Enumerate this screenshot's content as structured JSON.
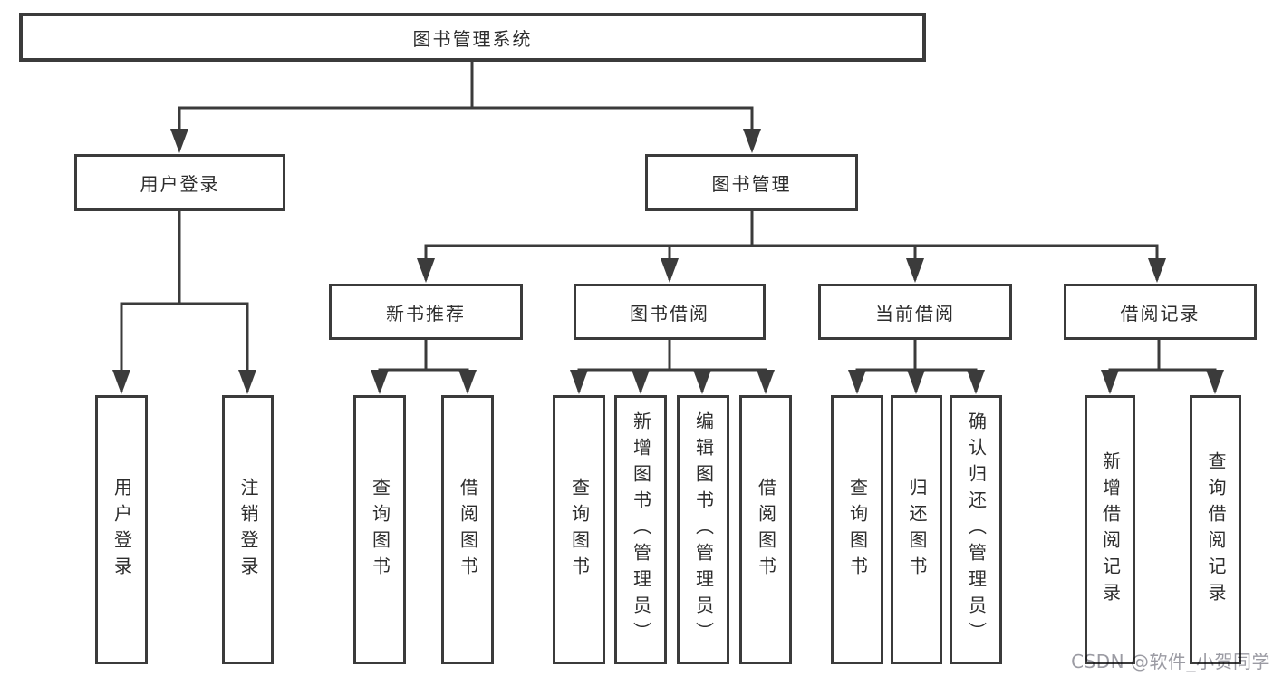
{
  "root": {
    "label": "图书管理系统"
  },
  "level2": {
    "user_login": {
      "label": "用户登录",
      "children": {
        "login": {
          "label": "用户登录"
        },
        "logout": {
          "label": "注销登录"
        }
      }
    },
    "book_management": {
      "label": "图书管理",
      "children": {
        "new_book_recommend": {
          "label": "新书推荐",
          "children": {
            "query_book": {
              "label": "查询图书"
            },
            "borrow_book": {
              "label": "借阅图书"
            }
          }
        },
        "book_borrow": {
          "label": "图书借阅",
          "children": {
            "query_book": {
              "label": "查询图书"
            },
            "add_book": {
              "label": "新增图书（管理员）"
            },
            "edit_book": {
              "label": "编辑图书（管理员）"
            },
            "borrow_book": {
              "label": "借阅图书"
            }
          }
        },
        "current_borrow": {
          "label": "当前借阅",
          "children": {
            "query_book": {
              "label": "查询图书"
            },
            "return_book": {
              "label": "归还图书"
            },
            "confirm_return": {
              "label": "确认归还（管理员）"
            }
          }
        },
        "borrow_record": {
          "label": "借阅记录",
          "children": {
            "add_record": {
              "label": "新增借阅记录"
            },
            "query_record": {
              "label": "查询借阅记录"
            }
          }
        }
      }
    }
  },
  "watermark": {
    "text": "CSDN @软件_小贺同学"
  },
  "colors": {
    "line": "#3b3b3b",
    "text": "#2d2d2d",
    "background": "#ffffff",
    "watermark": "#9b9ba3"
  }
}
